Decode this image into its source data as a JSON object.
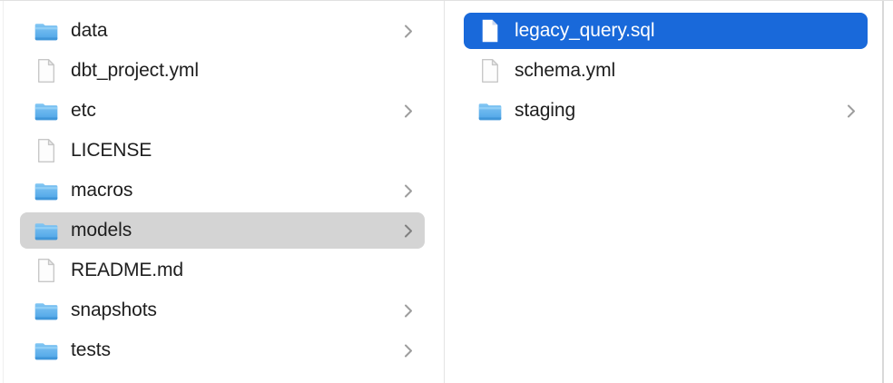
{
  "view": "finder-column-browser",
  "colors": {
    "selection_focused_blue": "#1969da",
    "selection_inactive_gray": "#d4d4d4",
    "selected_text": "#ffffff",
    "text": "#1e1e1e",
    "hairline": "#e1e1e1"
  },
  "columns": [
    {
      "name": "project-folder-column",
      "items": [
        {
          "label": "data",
          "type": "folder",
          "chevron": true,
          "selected": null
        },
        {
          "label": "dbt_project.yml",
          "type": "file",
          "chevron": false,
          "selected": null
        },
        {
          "label": "etc",
          "type": "folder",
          "chevron": true,
          "selected": null
        },
        {
          "label": "LICENSE",
          "type": "file",
          "chevron": false,
          "selected": null
        },
        {
          "label": "macros",
          "type": "folder",
          "chevron": true,
          "selected": null
        },
        {
          "label": "models",
          "type": "folder",
          "chevron": true,
          "selected": "gray"
        },
        {
          "label": "README.md",
          "type": "file",
          "chevron": false,
          "selected": null
        },
        {
          "label": "snapshots",
          "type": "folder",
          "chevron": true,
          "selected": null
        },
        {
          "label": "tests",
          "type": "folder",
          "chevron": true,
          "selected": null
        }
      ]
    },
    {
      "name": "models-folder-column",
      "items": [
        {
          "label": "legacy_query.sql",
          "type": "file",
          "chevron": false,
          "selected": "blue"
        },
        {
          "label": "schema.yml",
          "type": "file",
          "chevron": false,
          "selected": null
        },
        {
          "label": "staging",
          "type": "folder",
          "chevron": true,
          "selected": null
        }
      ]
    }
  ]
}
